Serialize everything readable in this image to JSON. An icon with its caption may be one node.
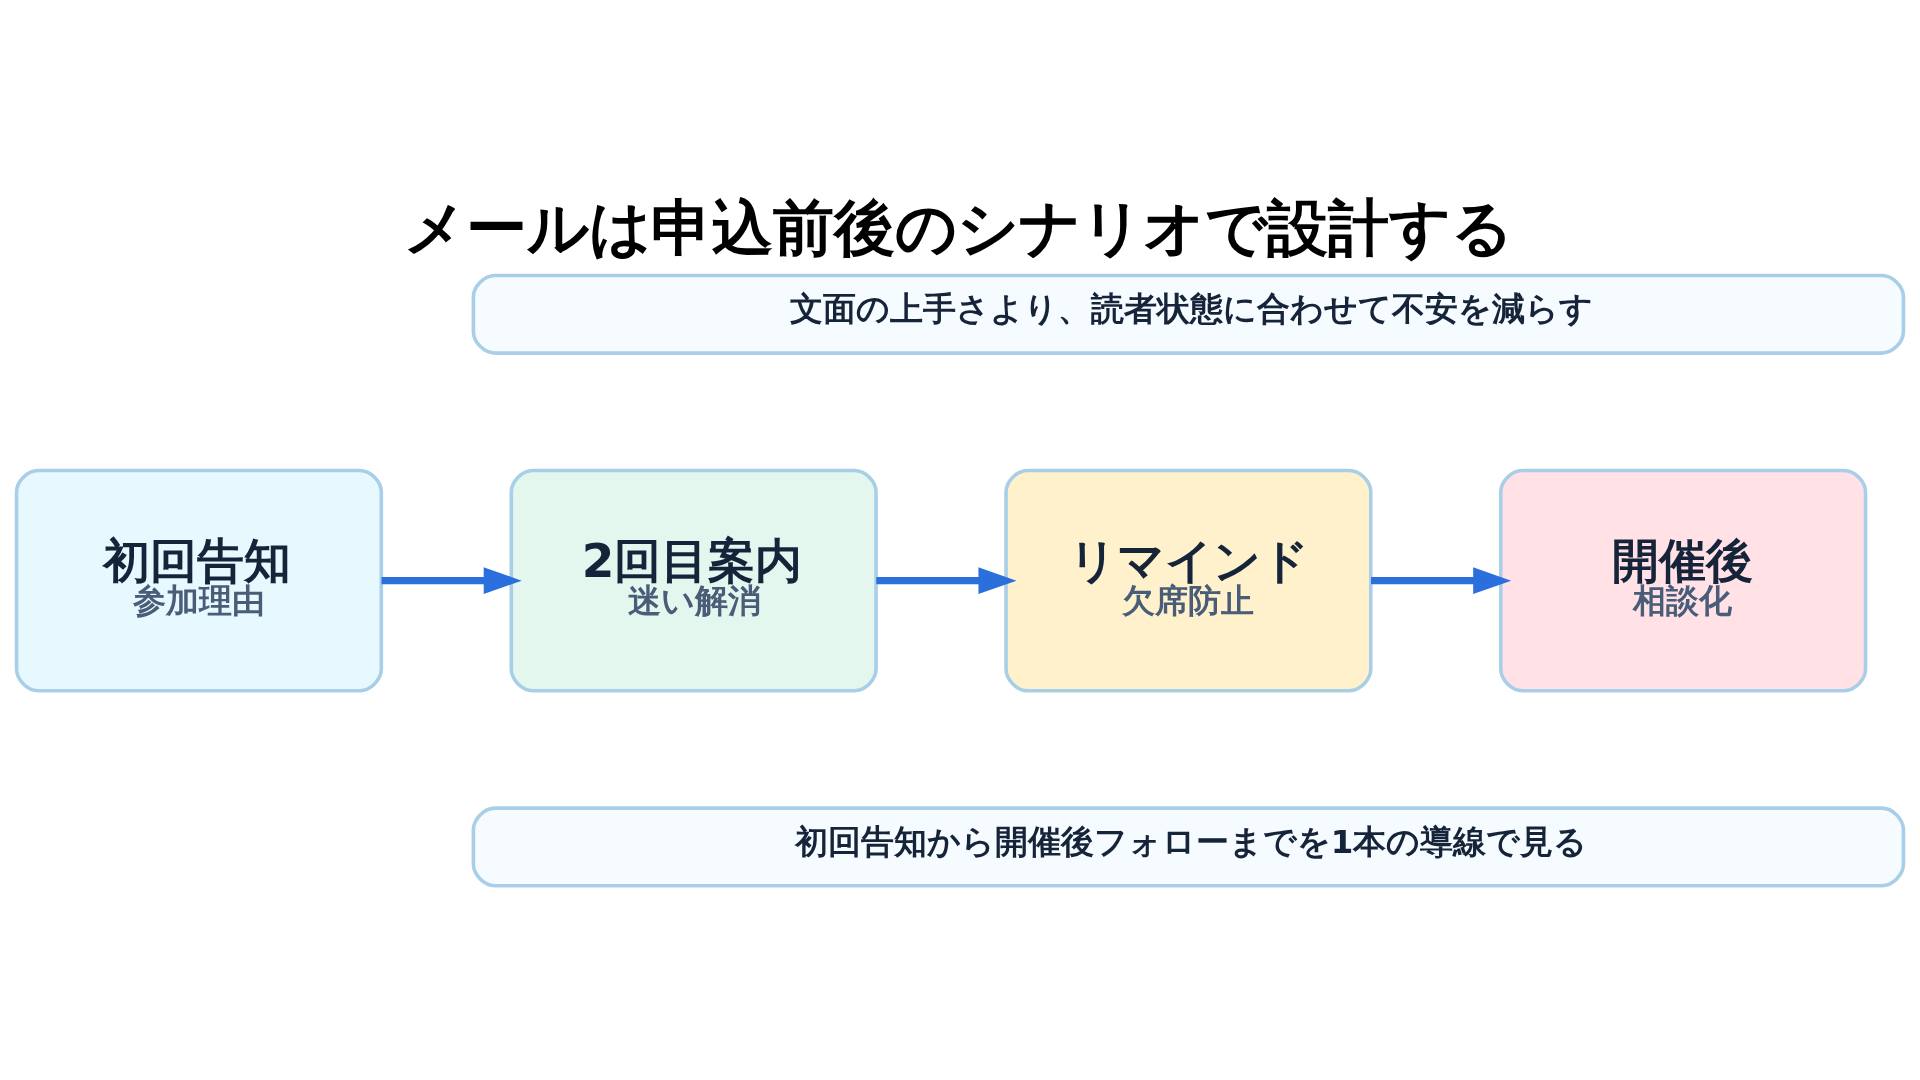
{
  "diagram": {
    "title": "メールは申込前後のシナリオで設計する",
    "nodes": [
      {
        "text": [
          "文面の上手さより、読者状態に合わせて不安を減らす"
        ]
      },
      {
        "text": [
          "初回告知",
          "参加理由"
        ]
      },
      {
        "text": [
          "2回目案内",
          "迷い解消"
        ]
      },
      {
        "text": [
          "リマインド",
          "欠席防止"
        ]
      },
      {
        "text": [
          "開催後",
          "相談化"
        ]
      },
      {
        "text": [
          "初回告知から開催後フォローまでを1本の導線で見る"
        ]
      }
    ],
    "edges": [
      {
        "from": 1,
        "to": 2,
        "arrow": "to"
      },
      {
        "from": 2,
        "to": 3,
        "arrow": "to"
      },
      {
        "from": 3,
        "to": 4,
        "arrow": "to"
      }
    ]
  }
}
